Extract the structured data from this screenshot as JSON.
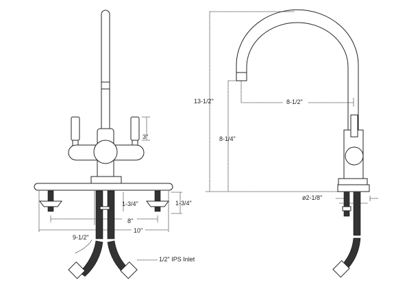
{
  "title": "Faucet dimension drawing",
  "front_view": {
    "dims": {
      "handle_height": "3\"",
      "shank_center": "1-3/4\"",
      "shank_side": "1-3/4\"",
      "handle_spread": "8\"",
      "plate_width": "10\"",
      "hose_length": "9-1/2\"",
      "inlet": "1/2\" IPS Inlet"
    }
  },
  "side_view": {
    "dims": {
      "overall_height": "13-1/2\"",
      "spout_reach": "8-1/2\"",
      "spout_height": "8-1/4\"",
      "base_diameter": "ø2-1/8\""
    }
  },
  "colors": {
    "line": "#222222",
    "background": "#ffffff"
  }
}
